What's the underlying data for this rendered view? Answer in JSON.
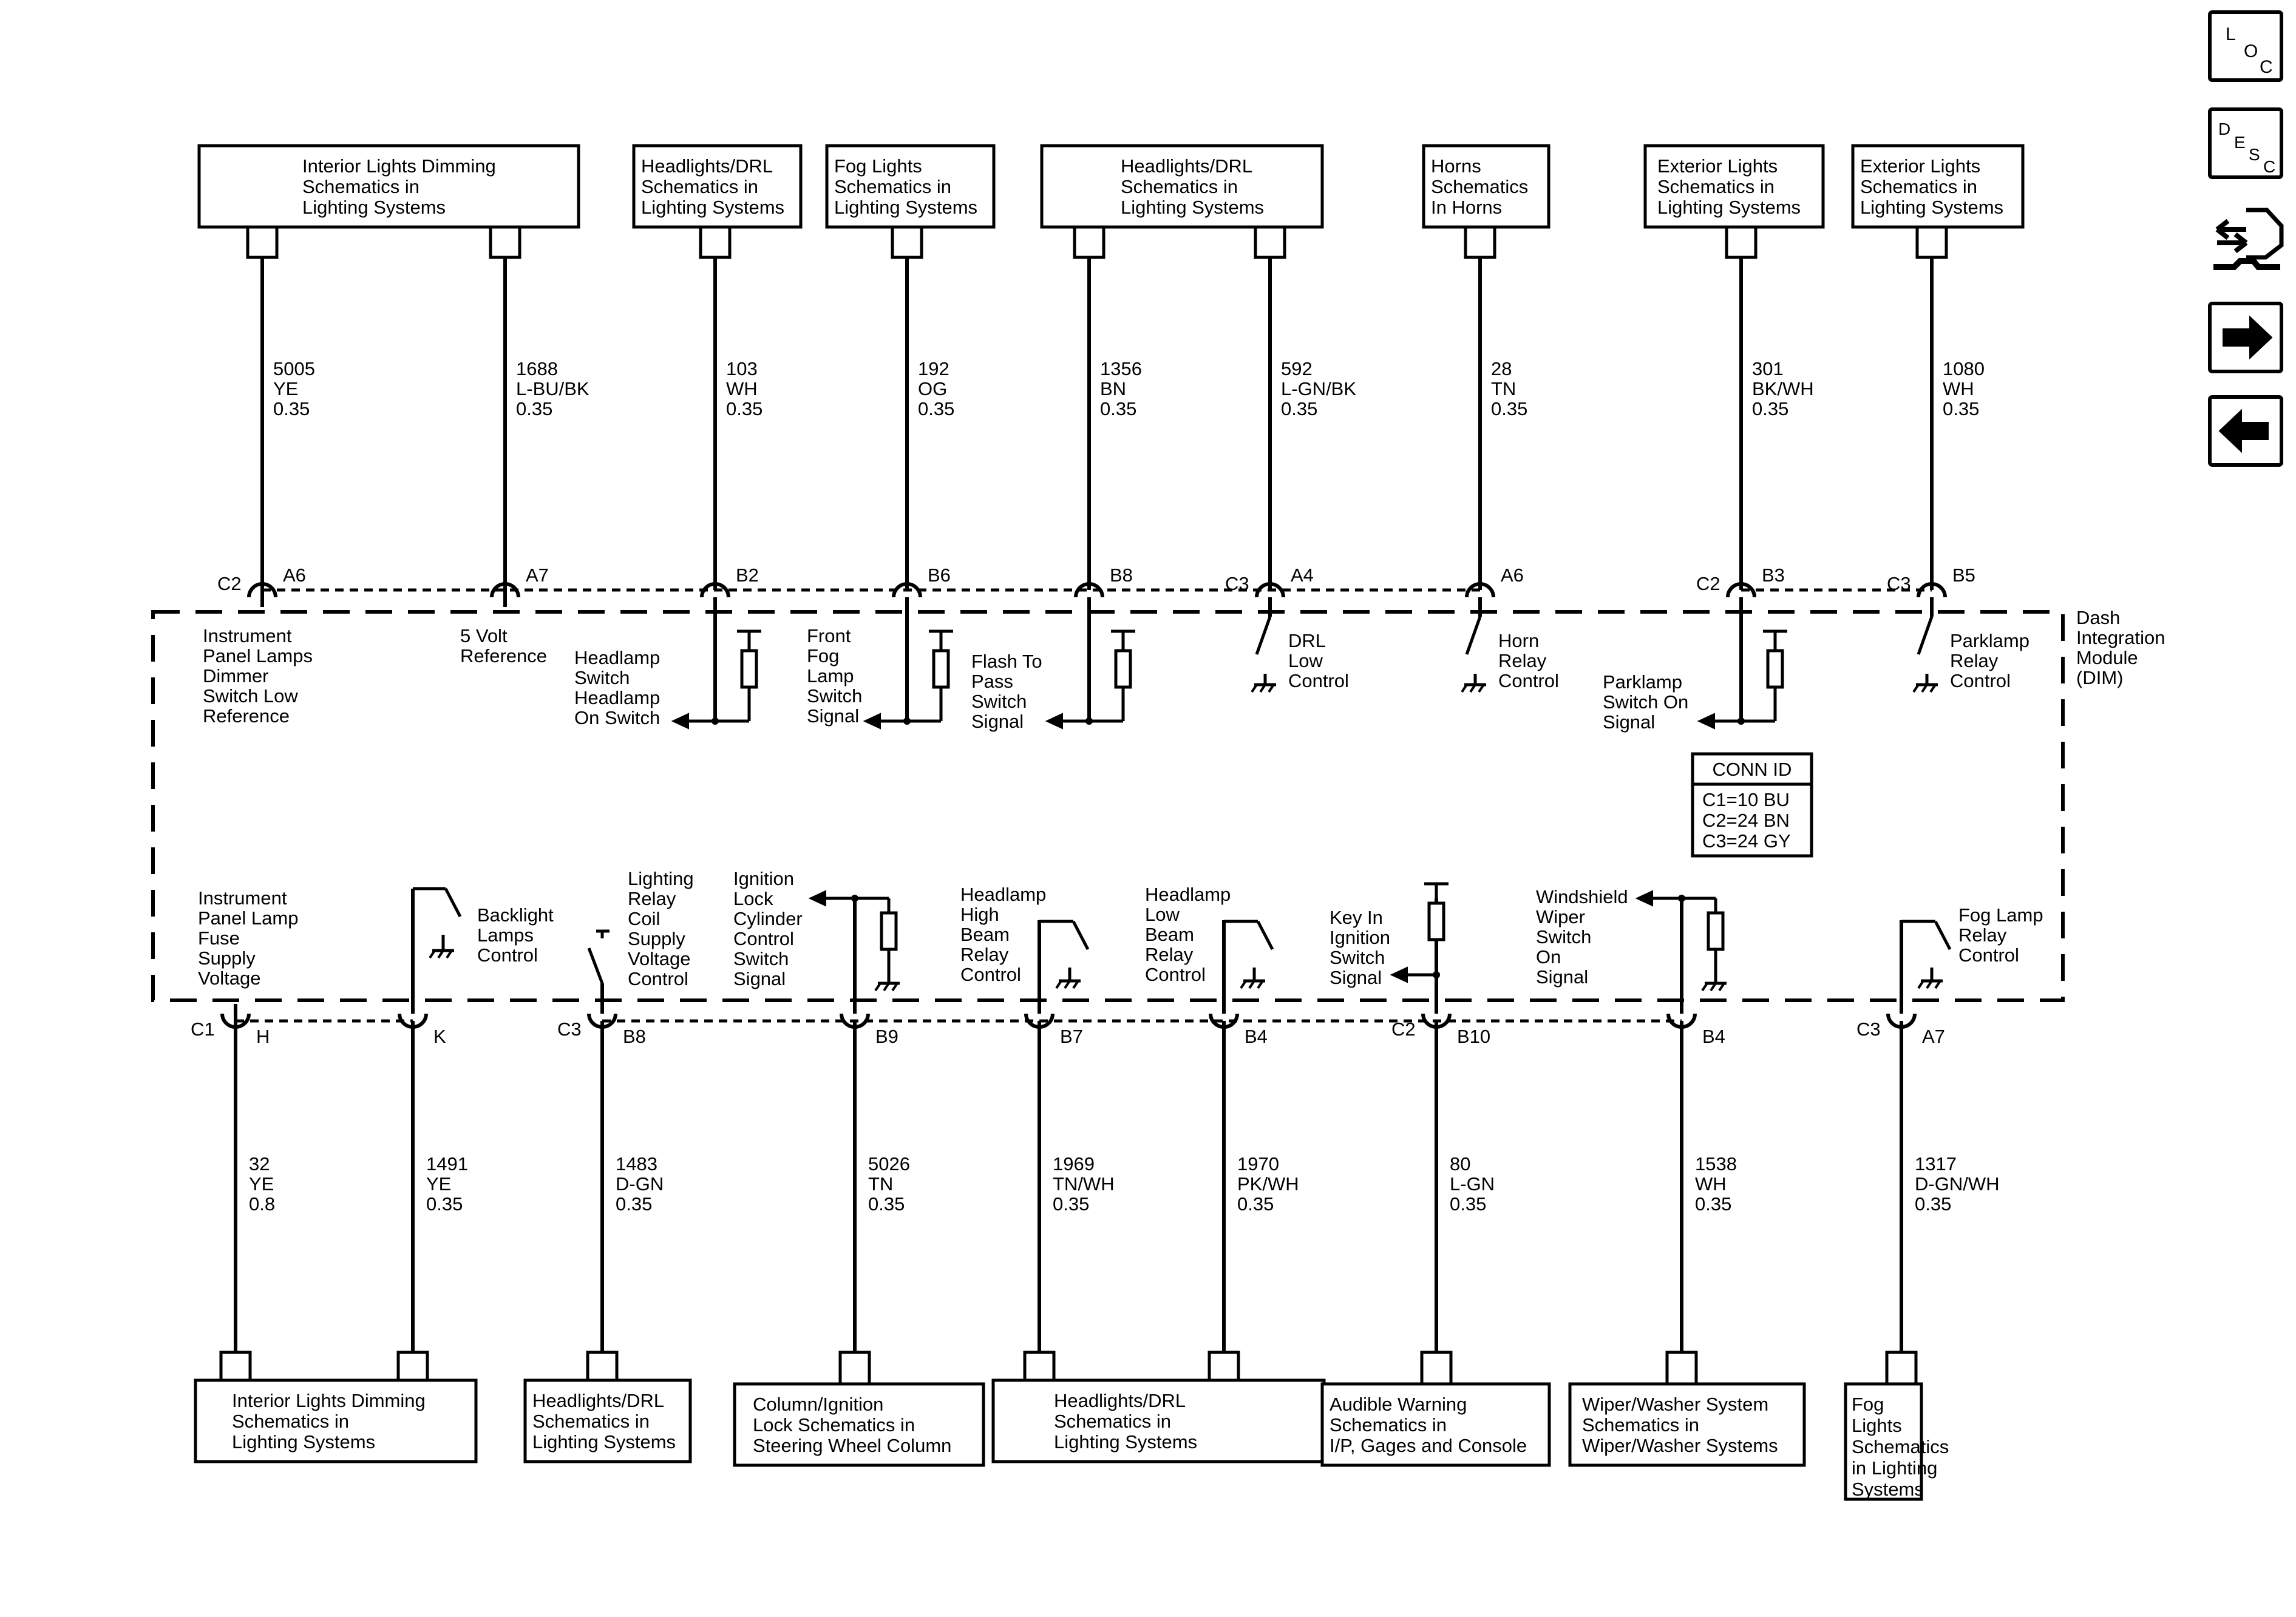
{
  "module": {
    "name_lines": [
      "Dash",
      "Integration",
      "Module",
      "(DIM)"
    ]
  },
  "conn_id": {
    "title": "CONN ID",
    "lines": [
      "C1=10 BU",
      "C2=24 BN",
      "C3=24 GY"
    ]
  },
  "nav": {
    "loc": [
      "L",
      "O",
      "C"
    ],
    "desc": [
      "D",
      "E",
      "S",
      "C"
    ]
  },
  "top_boxes": [
    {
      "lines": [
        "Interior Lights Dimming",
        "Schematics in",
        "Lighting Systems"
      ]
    },
    {
      "lines": [
        "Headlights/DRL",
        "Schematics in",
        "Lighting Systems"
      ]
    },
    {
      "lines": [
        "Fog Lights",
        "Schematics in",
        "Lighting Systems"
      ]
    },
    {
      "lines": [
        "Headlights/DRL",
        "Schematics in",
        "Lighting Systems"
      ]
    },
    {
      "lines": [
        "Horns",
        "Schematics",
        "In Horns"
      ]
    },
    {
      "lines": [
        "Exterior Lights",
        "Schematics in",
        "Lighting Systems"
      ]
    },
    {
      "lines": [
        "Exterior Lights",
        "Schematics in",
        "Lighting Systems"
      ]
    }
  ],
  "bottom_boxes": [
    {
      "lines": [
        "Interior Lights Dimming",
        "Schematics in",
        "Lighting Systems"
      ]
    },
    {
      "lines": [
        "Headlights/DRL",
        "Schematics in",
        "Lighting Systems"
      ]
    },
    {
      "lines": [
        "Column/Ignition",
        "Lock Schematics in",
        "Steering Wheel Column"
      ]
    },
    {
      "lines": [
        "Headlights/DRL",
        "Schematics in",
        "Lighting Systems"
      ]
    },
    {
      "lines": [
        "Audible Warning",
        "Schematics in",
        "I/P, Gages and Console"
      ]
    },
    {
      "lines": [
        "Wiper/Washer System",
        "Schematics in",
        "Wiper/Washer Systems"
      ]
    },
    {
      "lines": [
        "Fog",
        "Lights",
        "Schematics",
        "in Lighting",
        "Systems"
      ]
    }
  ],
  "top_wires": [
    {
      "circuit": "5005",
      "color": "YE",
      "gauge": "0.35",
      "connector": "C2",
      "pin": "A6",
      "function": [
        "Instrument",
        "Panel Lamps",
        "Dimmer",
        "Switch Low",
        "Reference"
      ]
    },
    {
      "circuit": "1688",
      "color": "L-BU/BK",
      "gauge": "0.35",
      "connector": "",
      "pin": "A7",
      "function": [
        "5 Volt",
        "Reference"
      ]
    },
    {
      "circuit": "103",
      "color": "WH",
      "gauge": "0.35",
      "connector": "",
      "pin": "B2",
      "function": [
        "Headlamp",
        "Switch",
        "Headlamp",
        "On Switch"
      ]
    },
    {
      "circuit": "192",
      "color": "OG",
      "gauge": "0.35",
      "connector": "",
      "pin": "B6",
      "function": [
        "Front",
        "Fog",
        "Lamp",
        "Switch",
        "Signal"
      ]
    },
    {
      "circuit": "1356",
      "color": "BN",
      "gauge": "0.35",
      "connector": "",
      "pin": "B8",
      "function": [
        "Flash To",
        "Pass",
        "Switch",
        "Signal"
      ]
    },
    {
      "circuit": "592",
      "color": "L-GN/BK",
      "gauge": "0.35",
      "connector": "C3",
      "pin": "A4",
      "function": [
        "DRL",
        "Low",
        "Control"
      ]
    },
    {
      "circuit": "28",
      "color": "TN",
      "gauge": "0.35",
      "connector": "",
      "pin": "A6",
      "function": [
        "Horn",
        "Relay",
        "Control"
      ]
    },
    {
      "circuit": "301",
      "color": "BK/WH",
      "gauge": "0.35",
      "connector": "C2",
      "pin": "B3",
      "function": [
        "Parklamp",
        "Switch On",
        "Signal"
      ]
    },
    {
      "circuit": "1080",
      "color": "WH",
      "gauge": "0.35",
      "connector": "C3",
      "pin": "B5",
      "function": [
        "Parklamp",
        "Relay",
        "Control"
      ]
    }
  ],
  "bottom_wires": [
    {
      "circuit": "32",
      "color": "YE",
      "gauge": "0.8",
      "connector": "C1",
      "pin": "H",
      "function": [
        "Instrument",
        "Panel Lamp",
        "Fuse",
        "Supply",
        "Voltage"
      ]
    },
    {
      "circuit": "1491",
      "color": "YE",
      "gauge": "0.35",
      "connector": "",
      "pin": "K",
      "function": [
        "Backlight",
        "Lamps",
        "Control"
      ]
    },
    {
      "circuit": "1483",
      "color": "D-GN",
      "gauge": "0.35",
      "connector": "C3",
      "pin": "B8",
      "function": [
        "Lighting",
        "Relay",
        "Coil",
        "Supply",
        "Voltage",
        "Control"
      ]
    },
    {
      "circuit": "5026",
      "color": "TN",
      "gauge": "0.35",
      "connector": "",
      "pin": "B9",
      "function": [
        "Ignition",
        "Lock",
        "Cylinder",
        "Control",
        "Switch",
        "Signal"
      ]
    },
    {
      "circuit": "1969",
      "color": "TN/WH",
      "gauge": "0.35",
      "connector": "",
      "pin": "B7",
      "function": [
        "Headlamp",
        "High",
        "Beam",
        "Relay",
        "Control"
      ]
    },
    {
      "circuit": "1970",
      "color": "PK/WH",
      "gauge": "0.35",
      "connector": "",
      "pin": "B4",
      "function": [
        "Headlamp",
        "Low",
        "Beam",
        "Relay",
        "Control"
      ]
    },
    {
      "circuit": "80",
      "color": "L-GN",
      "gauge": "0.35",
      "connector": "C2",
      "pin": "B10",
      "function": [
        "Key In",
        "Ignition",
        "Switch",
        "Signal"
      ]
    },
    {
      "circuit": "1538",
      "color": "WH",
      "gauge": "0.35",
      "connector": "",
      "pin": "B4",
      "function": [
        "Windshield",
        "Wiper",
        "Switch",
        "On",
        "Signal"
      ]
    },
    {
      "circuit": "1317",
      "color": "D-GN/WH",
      "gauge": "0.35",
      "connector": "C3",
      "pin": "A7",
      "function": [
        "Fog Lamp",
        "Relay",
        "Control"
      ]
    }
  ]
}
